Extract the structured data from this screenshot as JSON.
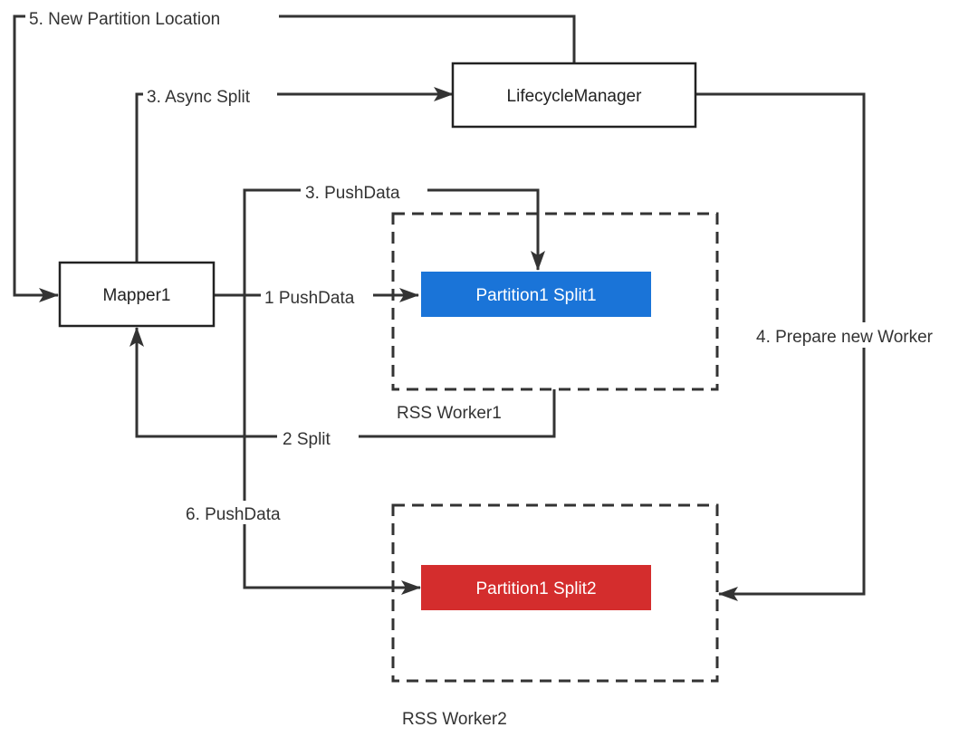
{
  "nodes": {
    "lifecycle_manager": "LifecycleManager",
    "mapper1": "Mapper1",
    "partition1_split1": "Partition1 Split1",
    "partition1_split2": "Partition1 Split2"
  },
  "groups": {
    "rss_worker1": "RSS Worker1",
    "rss_worker2": "RSS Worker2"
  },
  "edges": {
    "new_partition_location": "5. New Partition Location",
    "async_split": "3. Async Split",
    "push_data_3": "3. PushData",
    "push_data_1": "1 PushData",
    "split_2": "2 Split",
    "prepare_new_worker": "4. Prepare new Worker",
    "push_data_6": "6. PushData"
  },
  "colors": {
    "split1_fill": "#1a74d8",
    "split2_fill": "#d42d2d",
    "line": "#333333",
    "text": "#333333"
  }
}
